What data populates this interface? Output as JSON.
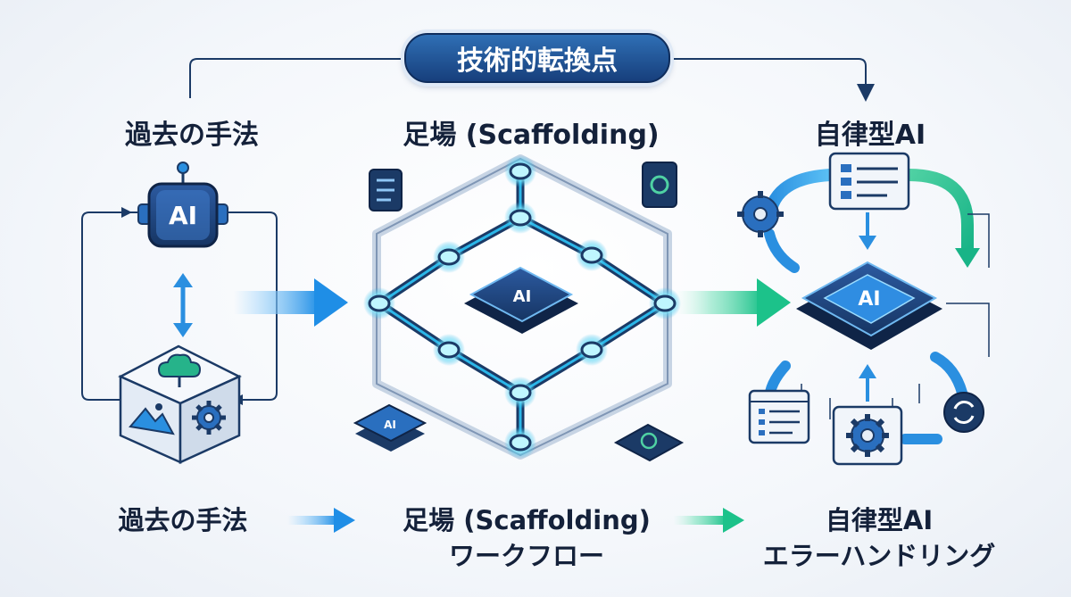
{
  "title": "技術的転換点",
  "headers": {
    "past": "過去の手法",
    "scaffolding": "足場 (Scaffolding)",
    "autonomous": "自律型AI"
  },
  "footer": {
    "past": "過去の手法",
    "scaffolding_line1": "足場 (Scaffolding)",
    "scaffolding_line2": "ワークフロー",
    "autonomous_line1": "自律型AI",
    "autonomous_line2": "エラーハンドリング"
  },
  "chip_label": "AI",
  "colors": {
    "navy": "#1b3a66",
    "blue_arrow": "#2a8fe0",
    "green_arrow": "#22c48a",
    "glow": "#6fe3ff",
    "title_bg": "#1f4f92"
  },
  "icons": [
    "ai-robot-icon",
    "cube-image-icon",
    "gear-icon",
    "cloud-icon",
    "checklist-icon",
    "refresh-icon",
    "chip-icon",
    "mountain-image-icon"
  ]
}
